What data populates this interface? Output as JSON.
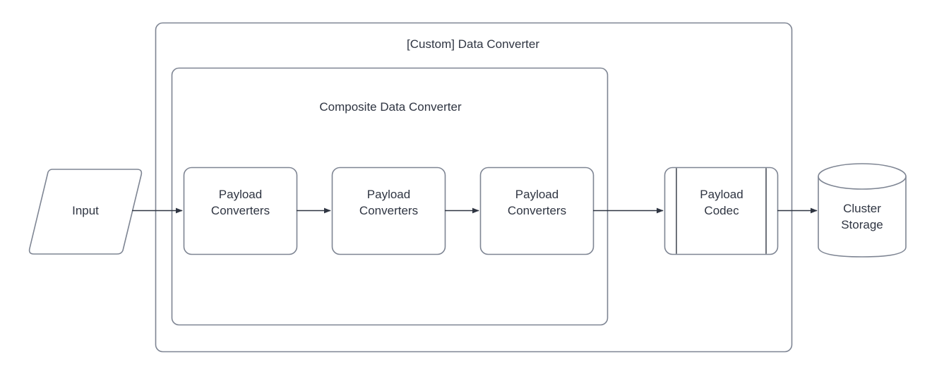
{
  "diagram": {
    "title": "[Custom] Data Converter",
    "background": "#ffffff",
    "stroke_color": "#7e8593",
    "text_color": "#2f3542",
    "groups": [
      {
        "name": "custom-data-converter",
        "label": "[Custom] Data Converter",
        "shape": "rounded-rectangle"
      },
      {
        "name": "composite-data-converter",
        "label": "Composite Data Converter",
        "shape": "rounded-rectangle"
      }
    ],
    "nodes": [
      {
        "name": "input",
        "label": "Input",
        "shape": "parallelogram"
      },
      {
        "name": "payload-converters-1",
        "label": "Payload\nConverters",
        "shape": "rounded-rectangle"
      },
      {
        "name": "payload-converters-2",
        "label": "Payload\nConverters",
        "shape": "rounded-rectangle"
      },
      {
        "name": "payload-converters-3",
        "label": "Payload\nConverters",
        "shape": "rounded-rectangle"
      },
      {
        "name": "payload-codec",
        "label": "Payload\nCodec",
        "shape": "process"
      },
      {
        "name": "cluster-storage",
        "label": "Cluster\nStorage",
        "shape": "cylinder"
      }
    ],
    "edges": [
      {
        "name": "edge-input-to-converters-1",
        "from": "input",
        "to": "payload-converters-1",
        "arrow": "single"
      },
      {
        "name": "edge-converters-1-to-2",
        "from": "payload-converters-1",
        "to": "payload-converters-2",
        "arrow": "single"
      },
      {
        "name": "edge-converters-2-to-3",
        "from": "payload-converters-2",
        "to": "payload-converters-3",
        "arrow": "single"
      },
      {
        "name": "edge-converters-3-to-codec",
        "from": "payload-converters-3",
        "to": "payload-codec",
        "arrow": "single"
      },
      {
        "name": "edge-codec-to-storage",
        "from": "payload-codec",
        "to": "cluster-storage",
        "arrow": "single"
      }
    ]
  }
}
